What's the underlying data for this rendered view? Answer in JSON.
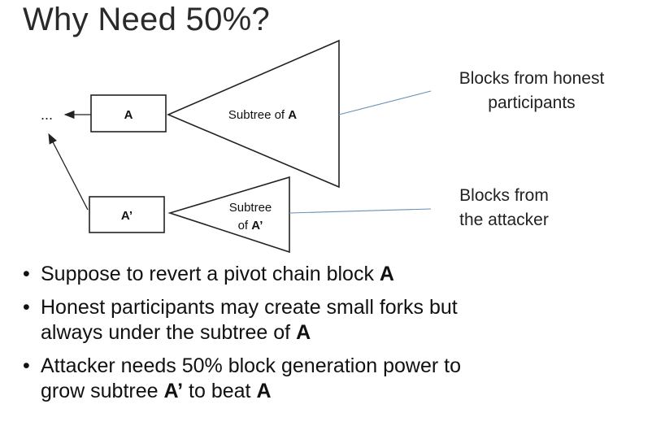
{
  "title": "Why Need 50%?",
  "diagram": {
    "ellipsis": "...",
    "block_a": "A",
    "block_a_prime": "A’",
    "subtree_a_text": "Subtree of ",
    "subtree_a_bold": "A",
    "subtree_ap_line1": "Subtree",
    "subtree_ap_line2": "of ",
    "subtree_ap_bold": "A’",
    "honest_label_line1": "Blocks from honest",
    "honest_label_line2": "participants",
    "attacker_label_line1": "Blocks from",
    "attacker_label_line2": "the attacker"
  },
  "bullets": [
    {
      "text": "Suppose to revert a pivot chain block ",
      "bold": "A"
    },
    {
      "line1": "Honest participants may create small forks but",
      "line2_text": "always under the subtree of ",
      "line2_bold": "A"
    },
    {
      "line1": "Attacker needs 50% block generation power to",
      "line2_text1": "grow subtree ",
      "line2_bold1": "A’",
      "line2_text2": " to beat ",
      "line2_bold2": "A"
    }
  ],
  "bullet_symbol": "•"
}
